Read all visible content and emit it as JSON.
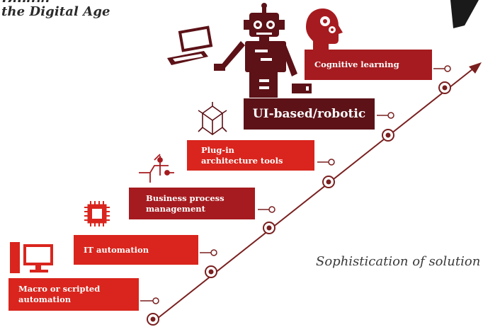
{
  "heading": {
    "line1": "the Digital Age"
  },
  "steps": [
    {
      "label_line1": "Macro or scripted",
      "label_line2": "automation"
    },
    {
      "label_line1": "IT automation"
    },
    {
      "label_line1": "Business process",
      "label_line2": "management"
    },
    {
      "label_line1": "Plug-in",
      "label_line2": "architecture tools"
    },
    {
      "label_line1": "UI-based/robotic"
    },
    {
      "label_line1": "Cognitive learning"
    }
  ],
  "axis_label": "Sophistication of solution",
  "icons": [
    "computer-icon",
    "chip-icon",
    "process-flow-icon",
    "cube-icon",
    "robot-icon",
    "brain-gears-icon",
    "gear-connector-icon"
  ],
  "colors": {
    "red": "#d9251d",
    "dark_red": "#a61b1f",
    "maroon": "#5c1217",
    "arrow": "#7a1f1f"
  }
}
